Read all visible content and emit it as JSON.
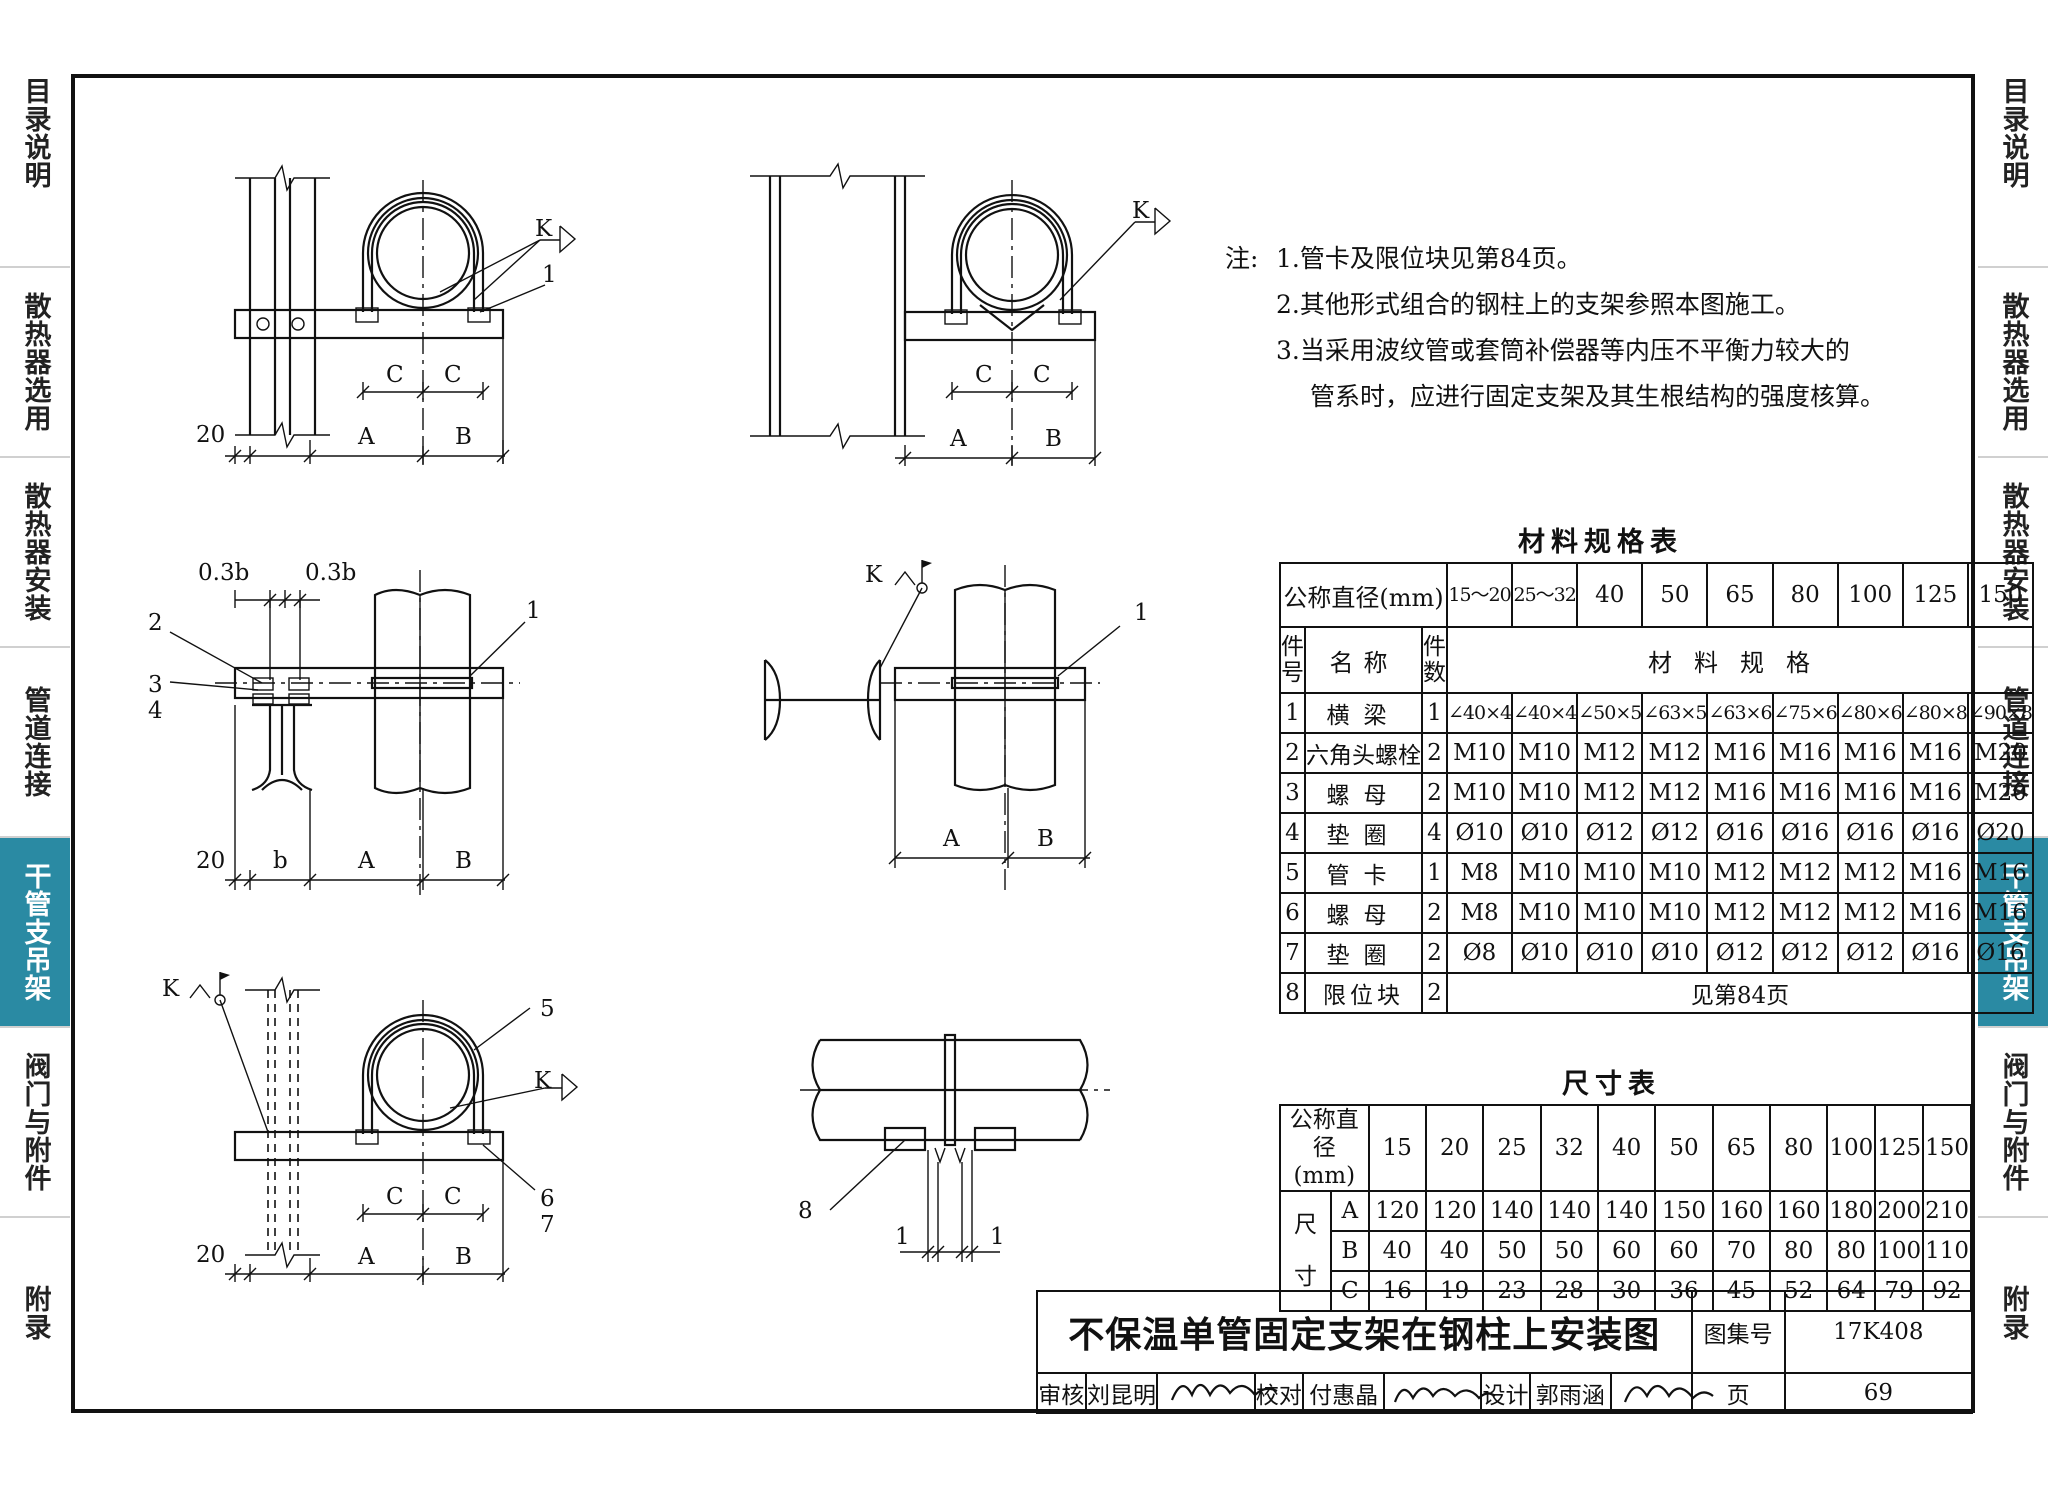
{
  "side_nav": {
    "items": [
      {
        "label": "目录说明"
      },
      {
        "label": "散热器选用"
      },
      {
        "label": "散热器安装"
      },
      {
        "label": "管道连接"
      },
      {
        "label": "干管支吊架",
        "active": true
      },
      {
        "label": "阀门与附件"
      },
      {
        "label": "附录"
      }
    ],
    "active_color": "#2a8aa3"
  },
  "notes": {
    "prefix": "注:",
    "lines": [
      "1.管卡及限位块见第84页。",
      "2.其他形式组合的钢柱上的支架参照本图施工。",
      "3.当采用波纹管或套筒补偿器等内压不平衡力较大的",
      "管系时，应进行固定支架及其生根结构的强度核算。"
    ]
  },
  "drawing_labels": {
    "K": "K",
    "A": "A",
    "B": "B",
    "C": "C",
    "b": "b",
    "d20": "20",
    "d03b": "0.3b",
    "d1": "1",
    "n1": "1",
    "n2": "2",
    "n3": "3",
    "n4": "4",
    "n5": "5",
    "n6": "6",
    "n7": "7",
    "n8": "8"
  },
  "material_table": {
    "title": "材料规格表",
    "dn_label": "公称直径(mm)",
    "dn": [
      "15～20",
      "25～32",
      "40",
      "50",
      "65",
      "80",
      "100",
      "125",
      "150"
    ],
    "col_no": "件号",
    "col_name": "名称",
    "col_qty": "件数",
    "spec_header": "材料规格",
    "rows": [
      {
        "no": "1",
        "name": "横梁",
        "qty": "1",
        "specs": [
          "∠40×4",
          "∠40×4",
          "∠50×5",
          "∠63×5",
          "∠63×6",
          "∠75×6",
          "∠80×6",
          "∠80×8",
          "∠90×8"
        ]
      },
      {
        "no": "2",
        "name": "六角头螺栓",
        "qty": "2",
        "specs": [
          "M10",
          "M10",
          "M12",
          "M12",
          "M16",
          "M16",
          "M16",
          "M16",
          "M20"
        ]
      },
      {
        "no": "3",
        "name": "螺母",
        "qty": "2",
        "specs": [
          "M10",
          "M10",
          "M12",
          "M12",
          "M16",
          "M16",
          "M16",
          "M16",
          "M20"
        ]
      },
      {
        "no": "4",
        "name": "垫圈",
        "qty": "4",
        "specs": [
          "Ø10",
          "Ø10",
          "Ø12",
          "Ø12",
          "Ø16",
          "Ø16",
          "Ø16",
          "Ø16",
          "Ø20"
        ]
      },
      {
        "no": "5",
        "name": "管卡",
        "qty": "1",
        "specs": [
          "M8",
          "M10",
          "M10",
          "M10",
          "M12",
          "M12",
          "M12",
          "M16",
          "M16"
        ]
      },
      {
        "no": "6",
        "name": "螺母",
        "qty": "2",
        "specs": [
          "M8",
          "M10",
          "M10",
          "M10",
          "M12",
          "M12",
          "M12",
          "M16",
          "M16"
        ]
      },
      {
        "no": "7",
        "name": "垫圈",
        "qty": "2",
        "specs": [
          "Ø8",
          "Ø10",
          "Ø10",
          "Ø10",
          "Ø12",
          "Ø12",
          "Ø12",
          "Ø16",
          "Ø16"
        ]
      },
      {
        "no": "8",
        "name": "限位块",
        "qty": "2",
        "merged": "见第84页"
      }
    ]
  },
  "size_table": {
    "title": "尺寸表",
    "dn_label": "公称直径",
    "dn_unit": "(mm)",
    "side_label": "尺寸",
    "dn": [
      "15",
      "20",
      "25",
      "32",
      "40",
      "50",
      "65",
      "80",
      "100",
      "125",
      "150"
    ],
    "rows": [
      {
        "key": "A",
        "values": [
          "120",
          "120",
          "140",
          "140",
          "140",
          "150",
          "160",
          "160",
          "180",
          "200",
          "210"
        ]
      },
      {
        "key": "B",
        "values": [
          "40",
          "40",
          "50",
          "50",
          "60",
          "60",
          "70",
          "80",
          "80",
          "100",
          "110"
        ]
      },
      {
        "key": "C",
        "values": [
          "16",
          "19",
          "23",
          "28",
          "30",
          "36",
          "45",
          "52",
          "64",
          "79",
          "92"
        ]
      }
    ]
  },
  "title_block": {
    "title": "不保温单管固定支架在钢柱上安装图",
    "atlas_label": "图集号",
    "atlas_no": "17K408",
    "review_label": "审核",
    "reviewer": "刘昆明",
    "check_label": "校对",
    "checker": "付惠晶",
    "design_label": "设计",
    "designer": "郭雨涵",
    "page_label": "页",
    "page_no": "69"
  }
}
